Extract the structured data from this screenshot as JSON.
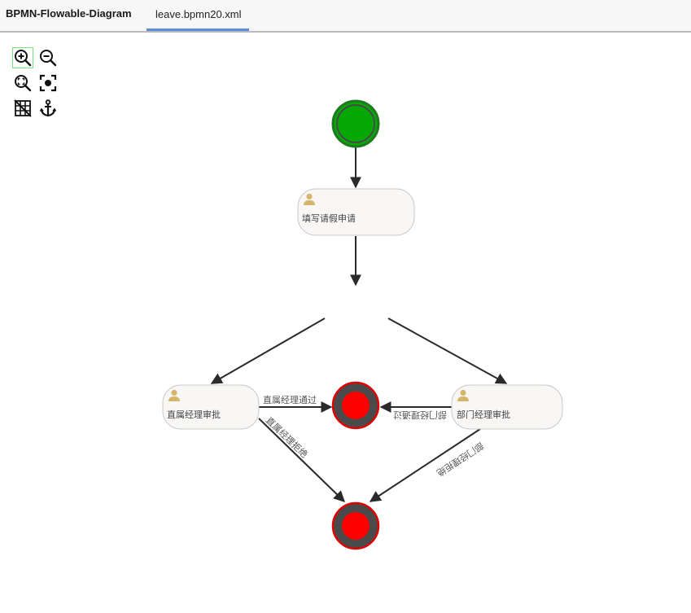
{
  "header": {
    "app_title": "BPMN-Flowable-Diagram",
    "tabs": [
      {
        "label": "leave.bpmn20.xml",
        "active": true
      }
    ]
  },
  "toolbar": {
    "tools": [
      {
        "name": "zoom-in-icon",
        "active": true
      },
      {
        "name": "zoom-out-icon",
        "active": false
      },
      {
        "name": "zoom-fit-icon",
        "active": false
      },
      {
        "name": "center-focus-icon",
        "active": false
      },
      {
        "name": "grid-off-icon",
        "active": false
      },
      {
        "name": "anchor-icon",
        "active": false
      }
    ]
  },
  "diagram": {
    "colors": {
      "start_fill": "#06a806",
      "start_stroke": "#1e7a1e",
      "end_fill": "#ff0000",
      "end_ring": "#4a4a4a",
      "task_fill": "#f8f7f6",
      "task_stroke": "#c8c8c8",
      "user_icon": "#d6b56b",
      "flow": "#2a2a2a"
    },
    "tasks": [
      {
        "id": "fill-request",
        "label": "填写请假申请"
      },
      {
        "id": "manager-approve",
        "label": "直属经理审批"
      },
      {
        "id": "dept-approve",
        "label": "部门经理审批"
      }
    ],
    "flow_labels": {
      "manager_pass": "直属经理通过",
      "manager_reject": "直属经理拒绝",
      "dept_pass": "部门经理通过",
      "dept_reject": "部门经理拒绝"
    }
  }
}
